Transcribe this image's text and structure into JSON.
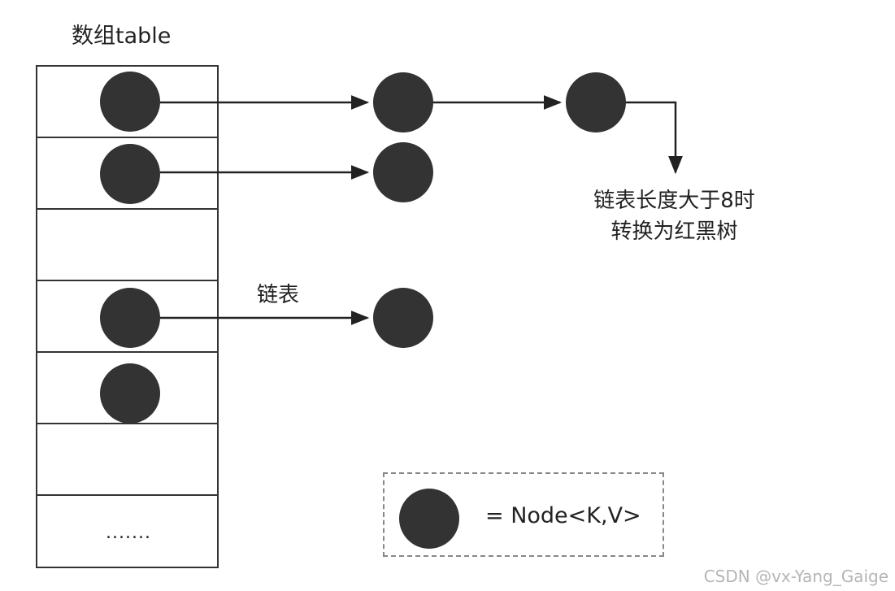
{
  "title": "数组table",
  "table": {
    "row_count": 7,
    "ellipsis": "......."
  },
  "list_label": "链表",
  "note": {
    "line1": "链表长度大于8时",
    "line2": "转换为红黑树"
  },
  "legend": {
    "text": "= Node<K,V>"
  },
  "watermark": "CSDN @vx-Yang_Gaige",
  "colors": {
    "node": "#333333",
    "line": "#222222",
    "legend_border": "#888888"
  }
}
